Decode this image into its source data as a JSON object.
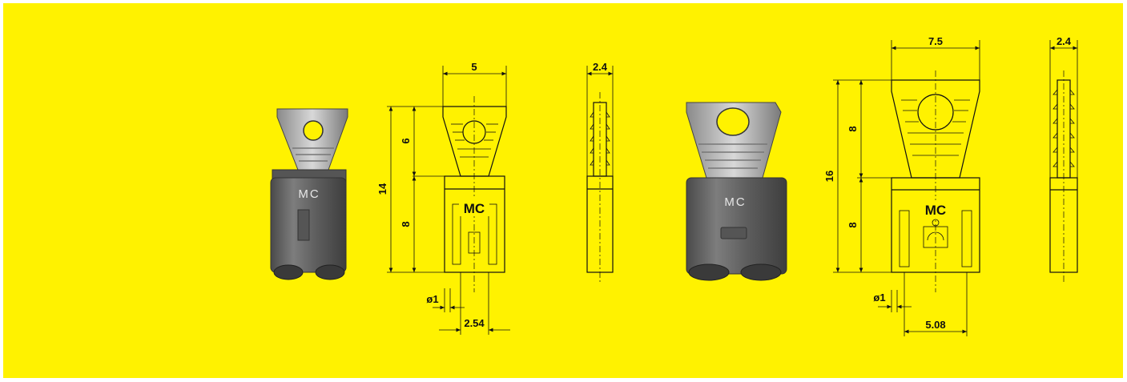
{
  "small_plug": {
    "width_dim": "5",
    "side_thickness_dim": "2.4",
    "handle_height_dim": "6",
    "body_height_dim": "8",
    "total_height_dim": "14",
    "pin_diameter_dim": "ø1",
    "pitch_dim": "2.54",
    "logo_text": "MC",
    "photo_label": "MC"
  },
  "large_plug": {
    "width_dim": "7.5",
    "side_thickness_dim": "2.4",
    "handle_height_dim": "8",
    "body_height_dim": "8",
    "total_height_dim": "16",
    "pin_diameter_dim": "ø1",
    "pitch_dim": "5.08",
    "logo_text": "MC",
    "photo_label": "MC"
  },
  "colors": {
    "background": "#fff200",
    "photo_body": "#6b6b6b",
    "line": "#111111"
  }
}
